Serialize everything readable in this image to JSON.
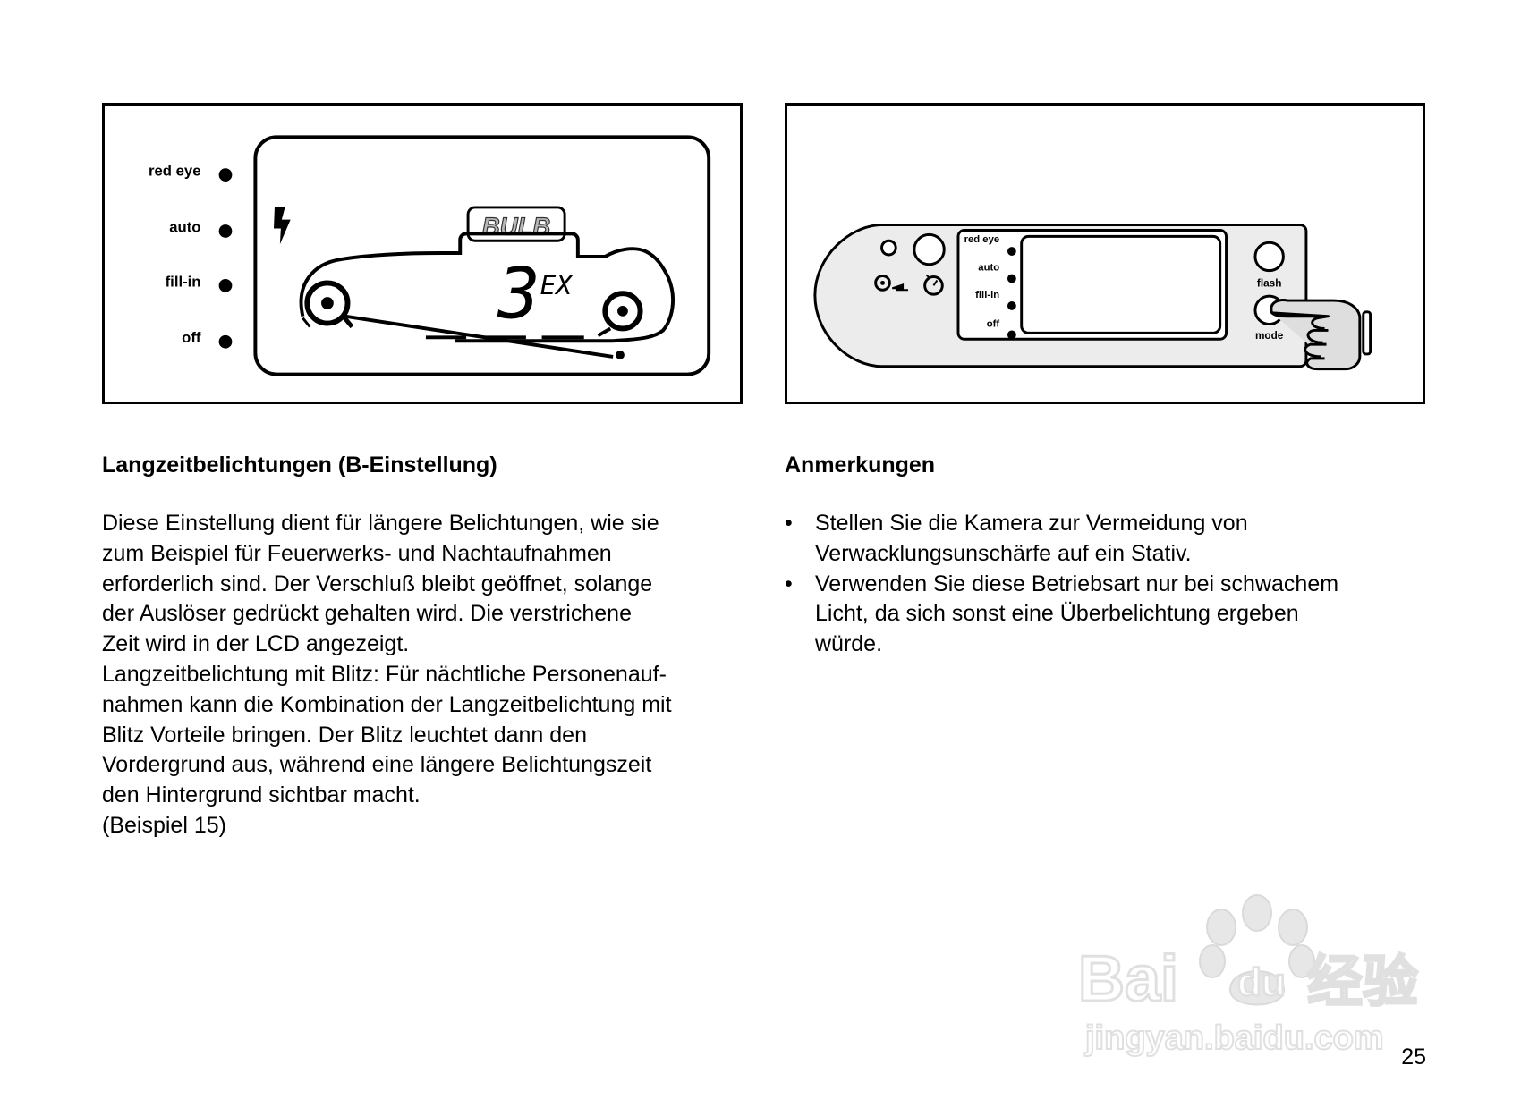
{
  "left_figure": {
    "flash_modes": [
      "red eye",
      "auto",
      "fill-in",
      "off"
    ],
    "lcd_bulb": "BULB",
    "lcd_counter": "3",
    "lcd_counter_unit": "EX"
  },
  "right_figure": {
    "flash_modes": [
      "red eye",
      "auto",
      "fill-in",
      "off"
    ],
    "flash_button_label": "flash",
    "mode_button_label": "mode"
  },
  "left_column": {
    "heading": "Langzeitbelichtungen (B-Einstellung)",
    "paragraph_lines": [
      "Diese Einstellung dient für längere Belichtungen, wie sie",
      "zum Beispiel für Feuerwerks- und Nachtaufnahmen",
      "erforderlich sind. Der Verschluß bleibt geöffnet, solange",
      "der Auslöser gedrückt gehalten wird. Die verstrichene",
      "Zeit wird in der LCD angezeigt.",
      "Langzeitbelichtung mit Blitz: Für nächtliche Personenauf-",
      "nahmen kann die Kombination der Langzeitbelichtung mit",
      "Blitz Vorteile bringen. Der Blitz leuchtet dann den",
      "Vordergrund aus, während eine längere Belichtungszeit",
      "den Hintergrund sichtbar macht.",
      "(Beispiel 15)"
    ]
  },
  "right_column": {
    "heading": "Anmerkungen",
    "bullet_symbol": "•",
    "notes": [
      {
        "lines": [
          "Stellen Sie die Kamera zur Vermeidung von",
          "Verwacklungsunschärfe auf ein Stativ."
        ]
      },
      {
        "lines": [
          "Verwenden Sie diese Betriebsart nur bei schwachem",
          "Licht, da sich sonst eine Überbelichtung ergeben",
          "würde."
        ]
      }
    ]
  },
  "watermark": {
    "brand_left": "Bai",
    "brand_du": "du",
    "brand_cn": "经验",
    "url": "jingyan.baidu.com"
  },
  "page_number": "25"
}
